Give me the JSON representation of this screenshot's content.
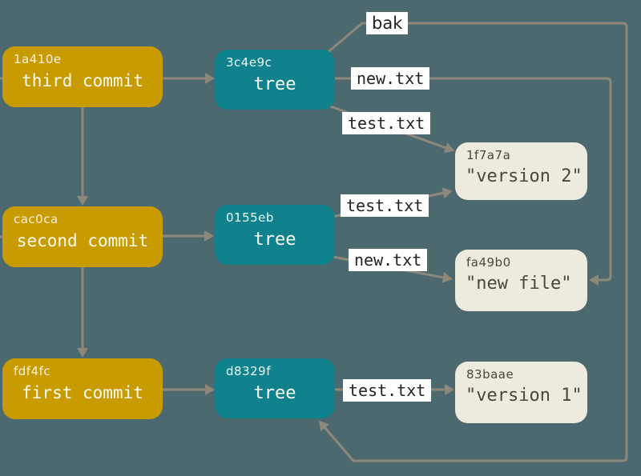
{
  "figure": "git-object-graph",
  "colors": {
    "background": "#4d6970",
    "commit_fill": "#c89c00",
    "tree_fill": "#10828e",
    "blob_fill": "#eeeadd",
    "connector": "#8e887b",
    "edge_label_bg": "#ffffff",
    "edge_label_text": "#222222",
    "box_hash_text": "#f6efdb",
    "box_label_text": "#fcfbf2",
    "blob_text": "#4c463c"
  },
  "nodes": {
    "commits": [
      {
        "hash": "1a410e",
        "label": "third commit"
      },
      {
        "hash": "cac0ca",
        "label": "second commit"
      },
      {
        "hash": "fdf4fc",
        "label": "first commit"
      }
    ],
    "trees": [
      {
        "hash": "3c4e9c",
        "label": "tree"
      },
      {
        "hash": "0155eb",
        "label": "tree"
      },
      {
        "hash": "d8329f",
        "label": "tree"
      }
    ],
    "blobs": [
      {
        "hash": "1f7a7a",
        "label": "\"version 2\""
      },
      {
        "hash": "fa49b0",
        "label": "\"new file\""
      },
      {
        "hash": "83baae",
        "label": "\"version 1\""
      }
    ]
  },
  "edge_labels": {
    "bak": "bak",
    "tree1_new": "new.txt",
    "tree1_test": "test.txt",
    "tree2_test": "test.txt",
    "tree2_new": "new.txt",
    "tree3_test": "test.txt"
  },
  "edges": [
    "third commit -> tree 3c4e9c",
    "second commit -> tree 0155eb",
    "first commit -> tree d8329f",
    "third commit -> second commit",
    "second commit -> first commit",
    "tree 3c4e9c -(bak)-> tree d8329f",
    "tree 3c4e9c -(new.txt)-> blob fa49b0",
    "tree 3c4e9c -(test.txt)-> blob 1f7a7a",
    "tree 0155eb -(test.txt)-> blob 1f7a7a",
    "tree 0155eb -(new.txt)-> blob fa49b0",
    "tree d8329f -(test.txt)-> blob 83baae"
  ]
}
